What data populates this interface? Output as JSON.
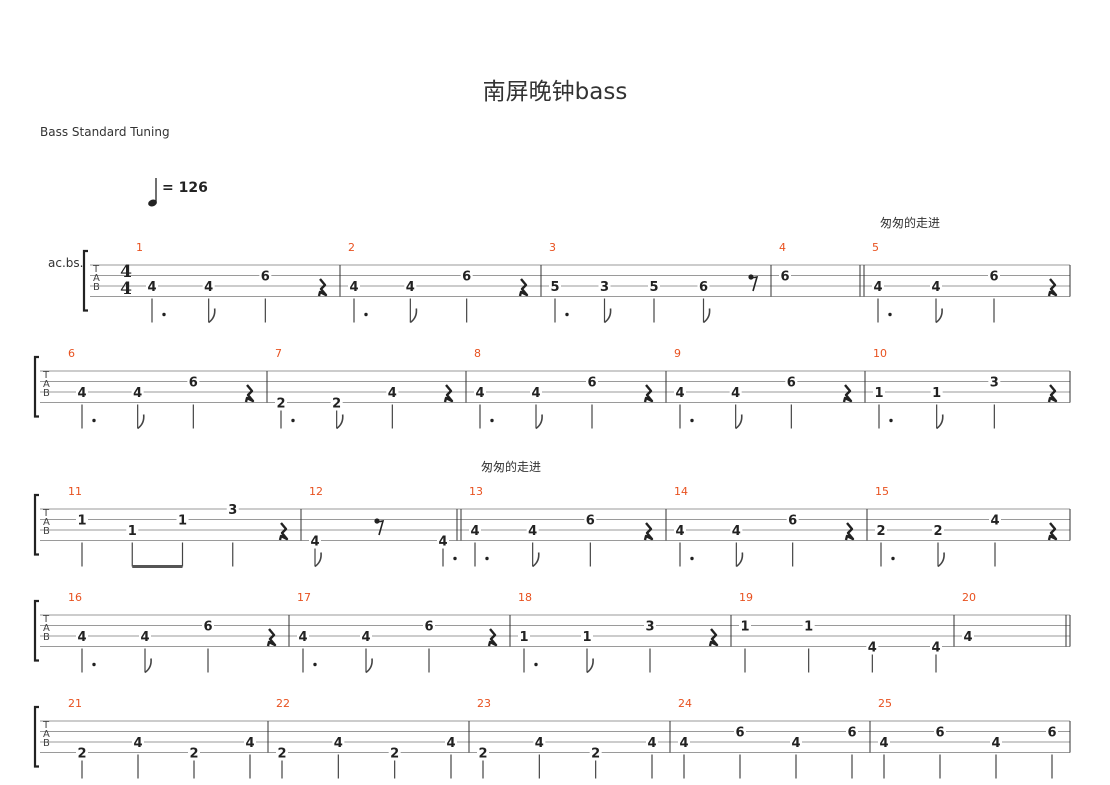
{
  "score": {
    "title": "南屏晚钟bass",
    "tuning": "Bass Standard Tuning",
    "tempo": "= 126",
    "instrument": "ac.bs.",
    "time_signature": [
      "4",
      "4"
    ],
    "annotations": [
      "匆匆的走进",
      "匆匆的走进"
    ]
  },
  "systems": [
    {
      "measures": [
        {
          "number": "1",
          "notes": [
            {
              "fret": "4",
              "string": 3,
              "dur": "dotted-quarter"
            },
            {
              "fret": "4",
              "string": 3,
              "dur": "eighth"
            },
            {
              "fret": "6",
              "string": 2,
              "dur": "quarter"
            },
            {
              "rest": "quarter"
            }
          ]
        },
        {
          "number": "2",
          "notes": [
            {
              "fret": "4",
              "string": 3,
              "dur": "dotted-quarter"
            },
            {
              "fret": "4",
              "string": 3,
              "dur": "eighth"
            },
            {
              "fret": "6",
              "string": 2,
              "dur": "quarter"
            },
            {
              "rest": "quarter"
            }
          ]
        },
        {
          "number": "3",
          "notes": [
            {
              "fret": "5",
              "string": 3,
              "dur": "dotted-quarter"
            },
            {
              "fret": "3",
              "string": 3,
              "dur": "eighth"
            },
            {
              "fret": "5",
              "string": 3,
              "dur": "quarter"
            },
            {
              "fret": "6",
              "string": 3,
              "dur": "eighth"
            },
            {
              "rest": "eighth"
            }
          ]
        },
        {
          "number": "4",
          "notes": [
            {
              "fret": "6",
              "string": 2,
              "dur": "none"
            }
          ]
        },
        {
          "number": "5",
          "annotation": "匆匆的走进",
          "notes": [
            {
              "fret": "4",
              "string": 3,
              "dur": "dotted-quarter"
            },
            {
              "fret": "4",
              "string": 3,
              "dur": "eighth"
            },
            {
              "fret": "6",
              "string": 2,
              "dur": "quarter"
            },
            {
              "rest": "quarter"
            }
          ]
        }
      ]
    },
    {
      "measures": [
        {
          "number": "6",
          "notes": [
            {
              "fret": "4",
              "string": 3,
              "dur": "dotted-quarter"
            },
            {
              "fret": "4",
              "string": 3,
              "dur": "eighth"
            },
            {
              "fret": "6",
              "string": 2,
              "dur": "quarter"
            },
            {
              "rest": "quarter"
            }
          ]
        },
        {
          "number": "7",
          "notes": [
            {
              "fret": "2",
              "string": 4,
              "dur": "dotted-quarter"
            },
            {
              "fret": "2",
              "string": 4,
              "dur": "eighth"
            },
            {
              "fret": "4",
              "string": 3,
              "dur": "quarter"
            },
            {
              "rest": "quarter"
            }
          ]
        },
        {
          "number": "8",
          "notes": [
            {
              "fret": "4",
              "string": 3,
              "dur": "dotted-quarter"
            },
            {
              "fret": "4",
              "string": 3,
              "dur": "eighth"
            },
            {
              "fret": "6",
              "string": 2,
              "dur": "quarter"
            },
            {
              "rest": "quarter"
            }
          ]
        },
        {
          "number": "9",
          "notes": [
            {
              "fret": "4",
              "string": 3,
              "dur": "dotted-quarter"
            },
            {
              "fret": "4",
              "string": 3,
              "dur": "eighth"
            },
            {
              "fret": "6",
              "string": 2,
              "dur": "quarter"
            },
            {
              "rest": "quarter"
            }
          ]
        },
        {
          "number": "10",
          "notes": [
            {
              "fret": "1",
              "string": 3,
              "dur": "dotted-quarter"
            },
            {
              "fret": "1",
              "string": 3,
              "dur": "eighth"
            },
            {
              "fret": "3",
              "string": 2,
              "dur": "quarter"
            },
            {
              "rest": "quarter"
            }
          ]
        }
      ]
    },
    {
      "annotation": "匆匆的走进",
      "measures": [
        {
          "number": "11",
          "notes": [
            {
              "fret": "1",
              "string": 2,
              "dur": "quarter"
            },
            {
              "fret": "1",
              "string": 3,
              "dur": "beam-eighth"
            },
            {
              "fret": "1",
              "string": 2,
              "dur": "beam-eighth"
            },
            {
              "fret": "3",
              "string": 1,
              "dur": "quarter"
            },
            {
              "rest": "quarter"
            }
          ]
        },
        {
          "number": "12",
          "notes": [
            {
              "fret": "4",
              "string": 4,
              "dur": "eighth"
            },
            {
              "rest": "eighth"
            },
            {
              "fret": "4",
              "string": 4,
              "dur": "dotted-quarter"
            }
          ]
        },
        {
          "number": "13",
          "notes": [
            {
              "fret": "4",
              "string": 3,
              "dur": "dotted-quarter"
            },
            {
              "fret": "4",
              "string": 3,
              "dur": "eighth"
            },
            {
              "fret": "6",
              "string": 2,
              "dur": "quarter"
            },
            {
              "rest": "quarter"
            }
          ]
        },
        {
          "number": "14",
          "notes": [
            {
              "fret": "4",
              "string": 3,
              "dur": "dotted-quarter"
            },
            {
              "fret": "4",
              "string": 3,
              "dur": "eighth"
            },
            {
              "fret": "6",
              "string": 2,
              "dur": "quarter"
            },
            {
              "rest": "quarter"
            }
          ]
        },
        {
          "number": "15",
          "notes": [
            {
              "fret": "2",
              "string": 3,
              "dur": "dotted-quarter"
            },
            {
              "fret": "2",
              "string": 3,
              "dur": "eighth"
            },
            {
              "fret": "4",
              "string": 2,
              "dur": "quarter"
            },
            {
              "rest": "quarter"
            }
          ]
        }
      ]
    },
    {
      "measures": [
        {
          "number": "16",
          "notes": [
            {
              "fret": "4",
              "string": 3,
              "dur": "dotted-quarter"
            },
            {
              "fret": "4",
              "string": 3,
              "dur": "eighth"
            },
            {
              "fret": "6",
              "string": 2,
              "dur": "quarter"
            },
            {
              "rest": "quarter"
            }
          ]
        },
        {
          "number": "17",
          "notes": [
            {
              "fret": "4",
              "string": 3,
              "dur": "dotted-quarter"
            },
            {
              "fret": "4",
              "string": 3,
              "dur": "eighth"
            },
            {
              "fret": "6",
              "string": 2,
              "dur": "quarter"
            },
            {
              "rest": "quarter"
            }
          ]
        },
        {
          "number": "18",
          "notes": [
            {
              "fret": "1",
              "string": 3,
              "dur": "dotted-quarter"
            },
            {
              "fret": "1",
              "string": 3,
              "dur": "eighth"
            },
            {
              "fret": "3",
              "string": 2,
              "dur": "quarter"
            },
            {
              "rest": "quarter"
            }
          ]
        },
        {
          "number": "19",
          "notes": [
            {
              "fret": "1",
              "string": 2,
              "dur": "quarter"
            },
            {
              "fret": "1",
              "string": 2,
              "dur": "quarter"
            },
            {
              "fret": "4",
              "string": 4,
              "dur": "quarter"
            },
            {
              "fret": "4",
              "string": 4,
              "dur": "quarter"
            }
          ]
        },
        {
          "number": "20",
          "notes": [
            {
              "fret": "4",
              "string": 3,
              "dur": "none"
            }
          ]
        }
      ]
    },
    {
      "measures": [
        {
          "number": "21",
          "notes": [
            {
              "fret": "2",
              "string": 4,
              "dur": "quarter"
            },
            {
              "fret": "4",
              "string": 3,
              "dur": "quarter"
            },
            {
              "fret": "2",
              "string": 4,
              "dur": "quarter"
            },
            {
              "fret": "4",
              "string": 3,
              "dur": "quarter"
            }
          ]
        },
        {
          "number": "22",
          "notes": [
            {
              "fret": "2",
              "string": 4,
              "dur": "quarter"
            },
            {
              "fret": "4",
              "string": 3,
              "dur": "quarter"
            },
            {
              "fret": "2",
              "string": 4,
              "dur": "quarter"
            },
            {
              "fret": "4",
              "string": 3,
              "dur": "quarter"
            }
          ]
        },
        {
          "number": "23",
          "notes": [
            {
              "fret": "2",
              "string": 4,
              "dur": "quarter"
            },
            {
              "fret": "4",
              "string": 3,
              "dur": "quarter"
            },
            {
              "fret": "2",
              "string": 4,
              "dur": "quarter"
            },
            {
              "fret": "4",
              "string": 3,
              "dur": "quarter"
            }
          ]
        },
        {
          "number": "24",
          "notes": [
            {
              "fret": "4",
              "string": 3,
              "dur": "quarter"
            },
            {
              "fret": "6",
              "string": 2,
              "dur": "quarter"
            },
            {
              "fret": "4",
              "string": 3,
              "dur": "quarter"
            },
            {
              "fret": "6",
              "string": 2,
              "dur": "quarter"
            }
          ]
        },
        {
          "number": "25",
          "notes": [
            {
              "fret": "4",
              "string": 3,
              "dur": "quarter"
            },
            {
              "fret": "6",
              "string": 2,
              "dur": "quarter"
            },
            {
              "fret": "4",
              "string": 3,
              "dur": "quarter"
            },
            {
              "fret": "6",
              "string": 2,
              "dur": "quarter"
            }
          ]
        }
      ]
    }
  ]
}
